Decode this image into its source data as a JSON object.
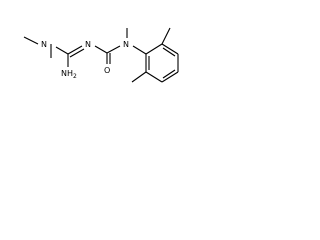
{
  "molecule": {
    "atoms": {
      "n_dimethyl": "N",
      "n_imine": "N",
      "n_amide": "N",
      "o_carbonyl": "O",
      "nh2": "NH2"
    }
  }
}
